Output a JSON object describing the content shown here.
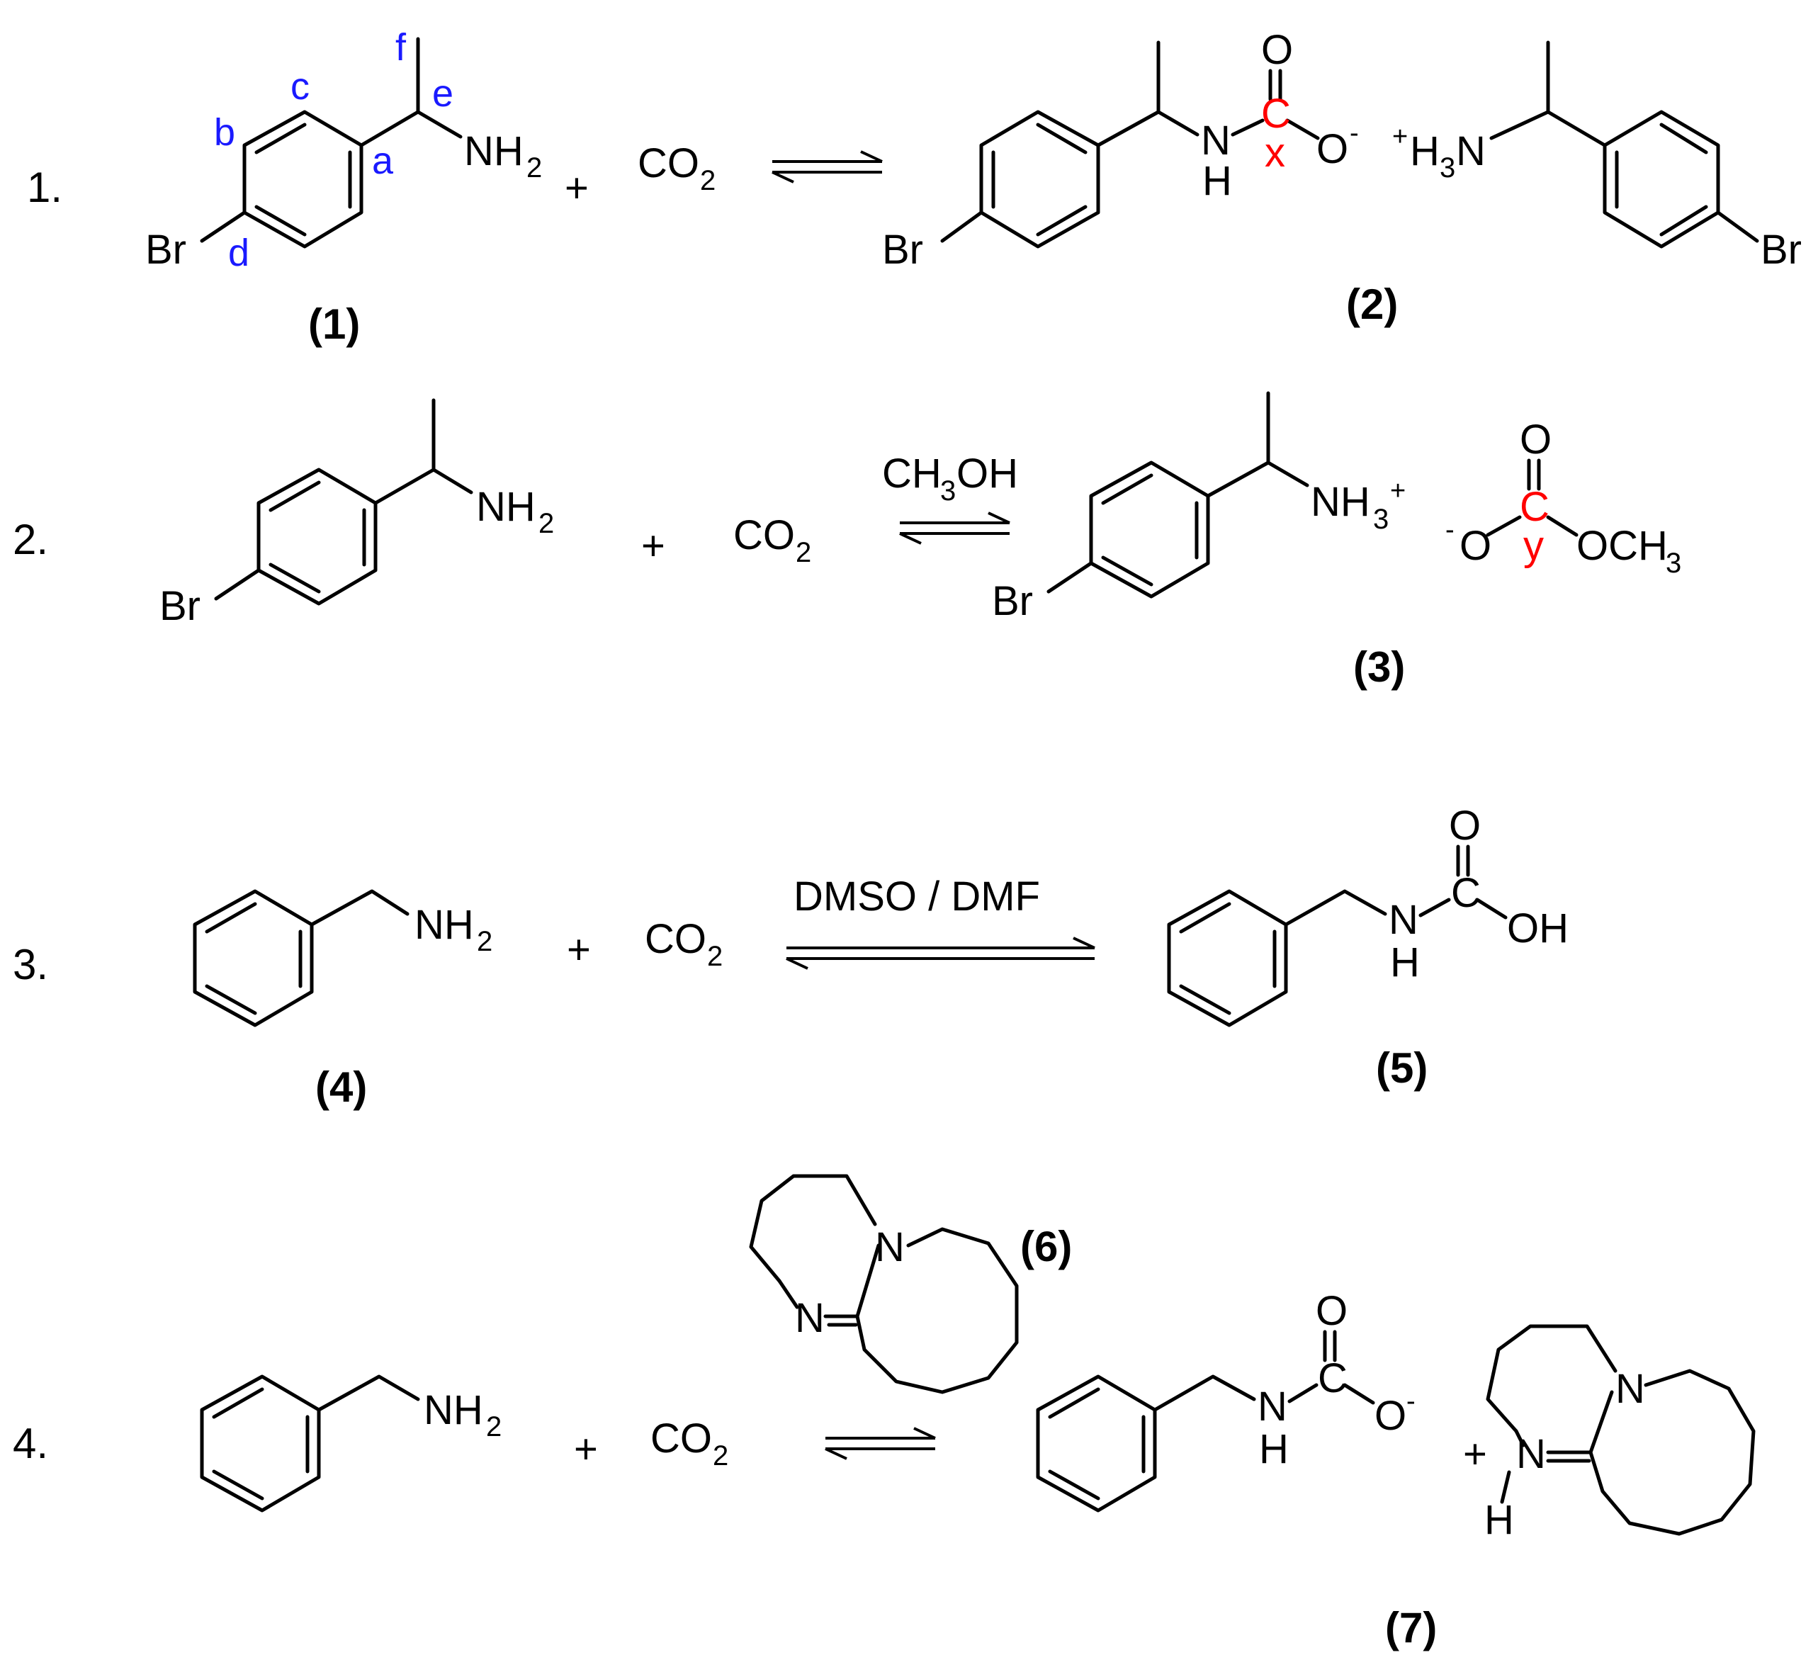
{
  "reactions": [
    {
      "number": "1.",
      "reactant1": {
        "compound_id": "(1)",
        "br": "Br",
        "amine": "NH",
        "amine_sub": "2"
      },
      "plus": "+",
      "co2": {
        "c": "CO",
        "sub": "2"
      },
      "product": {
        "compound_id": "(2)",
        "carbamate": {
          "oxygen_top": "O",
          "nh_n": "N",
          "nh_h": "H",
          "carbon": "C",
          "x_label": "x",
          "o_minus": "O",
          "minus": "-"
        },
        "br_left": "Br",
        "ammonium": {
          "plus": "+",
          "h": "H",
          "sub": "3",
          "n": "N"
        },
        "br_right": "Br"
      },
      "position_labels": {
        "a": "a",
        "b": "b",
        "c": "c",
        "d": "d",
        "e": "e",
        "f": "f"
      }
    },
    {
      "number": "2.",
      "reactant1": {
        "br": "Br",
        "amine": "NH",
        "amine_sub": "2"
      },
      "plus": "+",
      "co2": {
        "c": "CO",
        "sub": "2"
      },
      "condition": {
        "ch": "CH",
        "sub": "3",
        "oh": "OH"
      },
      "product": {
        "compound_id": "(3)",
        "br": "Br",
        "ammonium": {
          "nh": "NH",
          "sub": "3",
          "plus": "+"
        },
        "carbonate": {
          "o_top": "O",
          "minus": "-",
          "o_left": "O",
          "carbon": "C",
          "y_label": "y",
          "och": "OCH",
          "och_sub": "3"
        }
      }
    },
    {
      "number": "3.",
      "reactant1": {
        "compound_id": "(4)",
        "amine": "NH",
        "amine_sub": "2"
      },
      "plus": "+",
      "co2": {
        "c": "CO",
        "sub": "2"
      },
      "condition": "DMSO / DMF",
      "product": {
        "compound_id": "(5)",
        "o_top": "O",
        "n": "N",
        "h": "H",
        "c": "C",
        "oh": "OH"
      }
    },
    {
      "number": "4.",
      "reactant1": {
        "amine": "NH",
        "amine_sub": "2"
      },
      "plus": "+",
      "co2": {
        "c": "CO",
        "sub": "2"
      },
      "catalyst": {
        "compound_id": "(6)",
        "n_ring": "N",
        "n_imine": "N"
      },
      "product": {
        "compound_id": "(7)",
        "carbamate": {
          "o_top": "O",
          "n": "N",
          "h": "H",
          "c": "C",
          "o_minus": "O",
          "minus": "-"
        },
        "plus": "+",
        "dbuh": {
          "n_ring": "N",
          "n_imine": "N",
          "h": "H"
        }
      }
    }
  ]
}
